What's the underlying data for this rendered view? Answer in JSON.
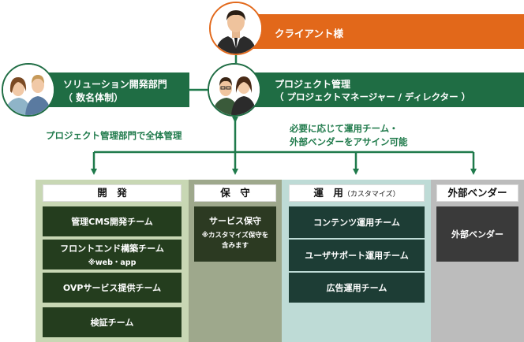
{
  "colors": {
    "client_bar": "#e2681a",
    "green_bar": "#1f6d44",
    "arrow": "#1f7a4b",
    "dev_bg": "#c8d7b4",
    "maint_bg": "#9ea88c",
    "ops_bg": "#bedbd6",
    "vendor_bg": "#bcbcbc",
    "dev_box": "#243d1e",
    "maint_box": "#2c3a22",
    "ops_box": "#1d3d35",
    "vendor_box": "#3a3a3a"
  },
  "client": {
    "label": "クライアント様",
    "icon": "businessman-avatar-icon"
  },
  "solution": {
    "line1": "ソリューション開発部門",
    "line2": "（ 数名体制）",
    "icon": "team-avatar-icon"
  },
  "pm": {
    "line1": "プロジェクト管理",
    "line2": "（ プロジェクトマネージャー / ディレクター ）",
    "icon": "pm-team-avatar-icon"
  },
  "notes": {
    "left": "プロジェクト管理部門で全体管理",
    "right_line1": "必要に応じて運用チーム・",
    "right_line2": "外部ベンダーをアサイン可能"
  },
  "columns": {
    "dev": {
      "title": "開　発",
      "items": [
        {
          "label": "管理CMS開発チーム",
          "sub": ""
        },
        {
          "label": "フロントエンド構築チーム",
          "sub": "※web・app"
        },
        {
          "label": "OVPサービス提供チーム",
          "sub": ""
        },
        {
          "label": "検証チーム",
          "sub": ""
        }
      ]
    },
    "maint": {
      "title": "保　守",
      "items": [
        {
          "label": "サービス保守",
          "sub1": "※カスタマイズ保守を",
          "sub2": "含みます"
        }
      ]
    },
    "ops": {
      "title_main": "運　用",
      "title_sub": "（カスタマイズ）",
      "items": [
        {
          "label": "コンテンツ運用チーム"
        },
        {
          "label": "ユーザサポート運用チーム"
        },
        {
          "label": "広告運用チーム"
        }
      ]
    },
    "vendor": {
      "title": "外部ベンダー",
      "items": [
        {
          "label": "外部ベンダー"
        }
      ]
    }
  }
}
